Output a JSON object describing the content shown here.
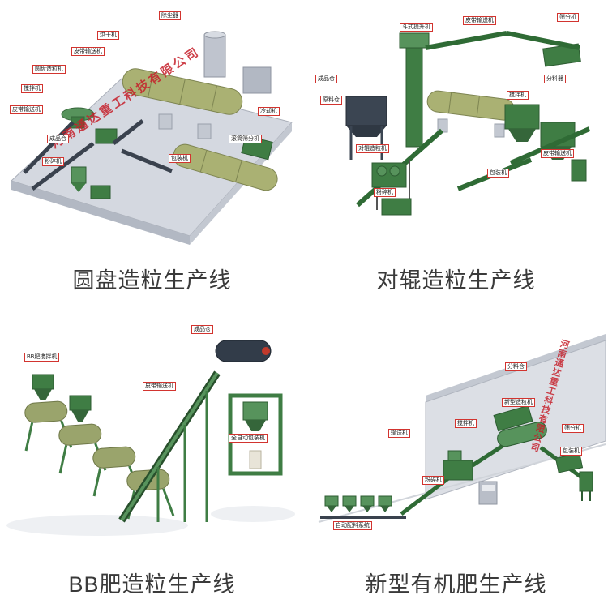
{
  "watermark": {
    "text": "河南通达重工科技有限公司",
    "color": "#c5242c"
  },
  "quadrants": [
    {
      "caption": "圆盘造粒生产线",
      "labels": [
        "除尘器",
        "烘干机",
        "皮带输送机",
        "圆盘造粒机",
        "搅拌机",
        "皮带输送机",
        "成品仓",
        "粉碎机",
        "冷却机",
        "滚筒筛分机",
        "包装机"
      ]
    },
    {
      "caption": "对辊造粒生产线",
      "labels": [
        "斗式提升机",
        "皮带输送机",
        "筛分机",
        "成品仓",
        "原料仓",
        "搅拌机",
        "对辊造粒机",
        "分料器",
        "皮带输送机",
        "粉碎机",
        "包装机"
      ]
    },
    {
      "caption": "BB肥造粒生产线",
      "labels": [
        "BB肥搅拌机",
        "成品仓",
        "皮带输送机",
        "全自动包装机"
      ]
    },
    {
      "caption": "新型有机肥生产线",
      "labels": [
        "分料仓",
        "新型造粒机",
        "输送机",
        "搅拌机",
        "筛分机",
        "包装机",
        "自动配料系统",
        "粉碎机"
      ]
    }
  ]
}
